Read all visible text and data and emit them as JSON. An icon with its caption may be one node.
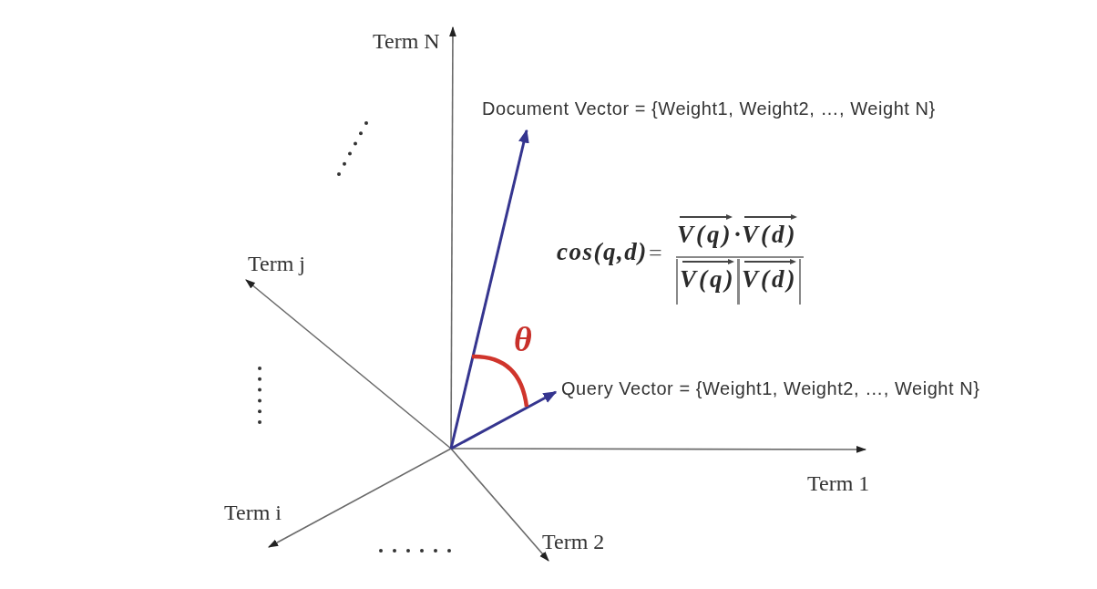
{
  "diagram": {
    "labels": [
      "Term N",
      "Document Vector = {Weight1, Weight2, …, Weight N}",
      "cos(q,d)",
      "=",
      "V(q)",
      "·",
      "V(d)",
      "V(q)",
      "V(d)",
      "Term j",
      "θ",
      "Query Vector = {Weight1, Weight2, …, Weight N}",
      "Term 1",
      "Term i",
      "Term 2"
    ]
  }
}
